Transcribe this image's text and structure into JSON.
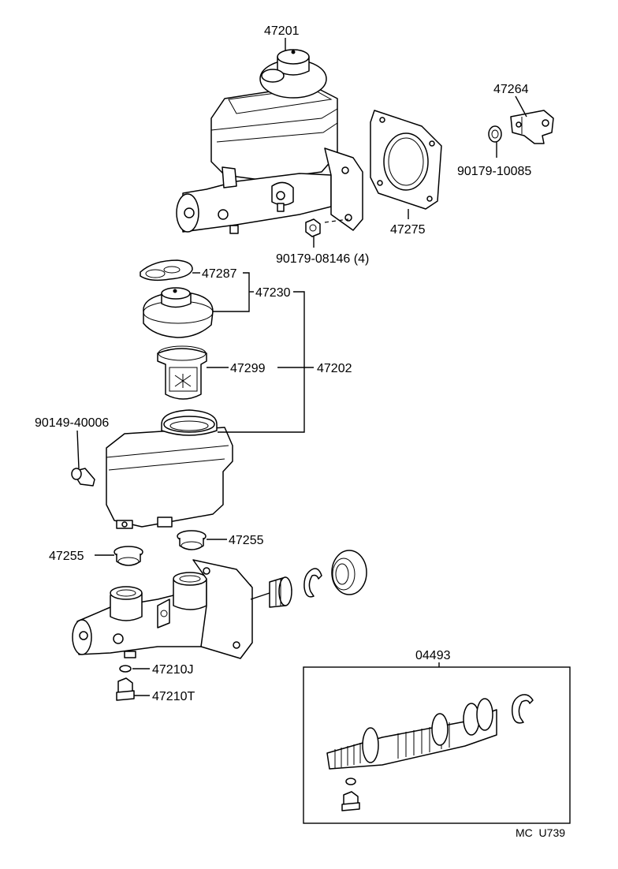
{
  "labels": {
    "reservoir_assy": "47201",
    "bracket": "47264",
    "bracket_nut": "90179-10085",
    "gasket": "47275",
    "mount_nut": "90179-08146 (4)",
    "cap_gasket": "47287",
    "cap": "47230",
    "strainer": "47299",
    "reservoir_set": "47202",
    "reservoir_pin": "90149-40006",
    "grommet_left": "47255",
    "grommet_right": "47255",
    "seal_washer": "47210J",
    "stop_bolt": "47210T",
    "repair_kit": "04493",
    "drawing_code": "MC  U739"
  }
}
